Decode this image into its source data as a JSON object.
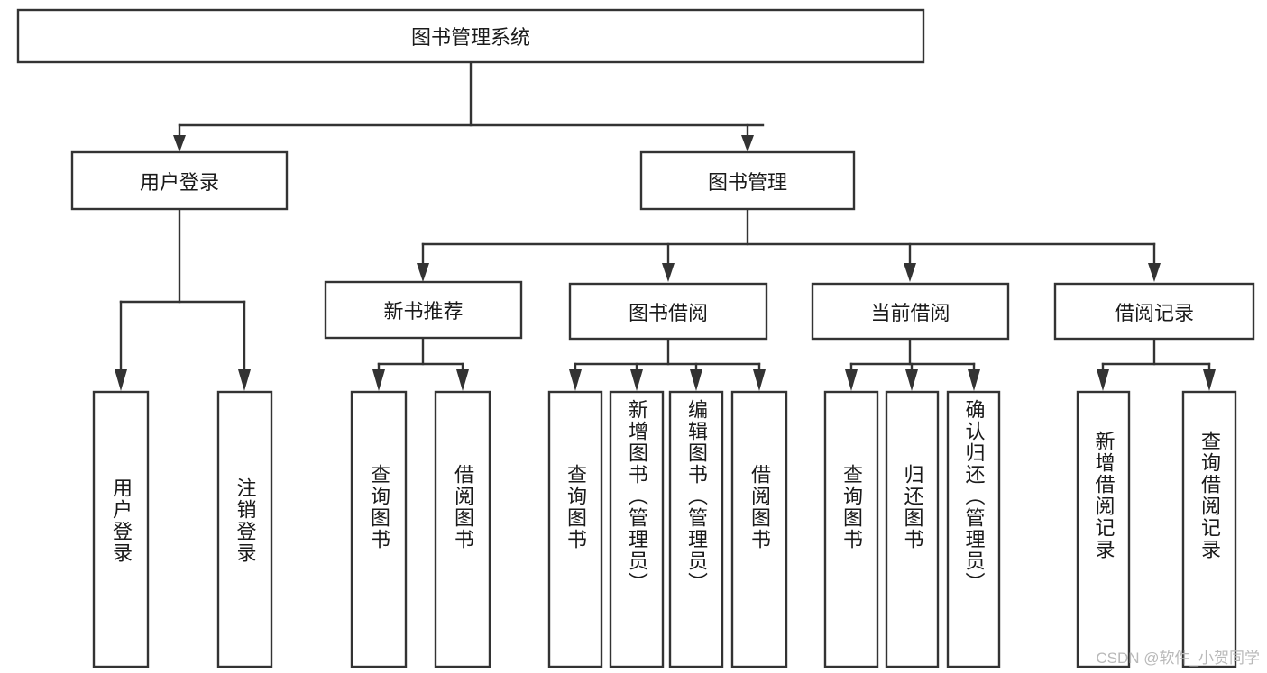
{
  "diagram": {
    "title": "图书管理系统",
    "type": "tree-hierarchy",
    "watermark": "CSDN @软件_小贺同学",
    "colors": {
      "stroke": "#333333",
      "fill": "#ffffff",
      "text": "#1a1a1a",
      "watermark": "#b9b9b9"
    },
    "levels": {
      "root": {
        "label": "图书管理系统"
      },
      "level2": [
        {
          "id": "user-login",
          "label": "用户登录"
        },
        {
          "id": "book-manage",
          "label": "图书管理"
        }
      ],
      "level3": [
        {
          "id": "new-book-rec",
          "label": "新书推荐",
          "parent": "book-manage"
        },
        {
          "id": "book-borrow",
          "label": "图书借阅",
          "parent": "book-manage"
        },
        {
          "id": "current-borrow",
          "label": "当前借阅",
          "parent": "book-manage"
        },
        {
          "id": "borrow-record",
          "label": "借阅记录",
          "parent": "book-manage"
        }
      ],
      "leaves": [
        {
          "id": "leaf-user-login",
          "label": "用户登录",
          "parent": "user-login"
        },
        {
          "id": "leaf-logout",
          "label": "注销登录",
          "parent": "user-login"
        },
        {
          "id": "leaf-query-book-1",
          "label": "查询图书",
          "parent": "new-book-rec"
        },
        {
          "id": "leaf-borrow-book-1",
          "label": "借阅图书",
          "parent": "new-book-rec"
        },
        {
          "id": "leaf-query-book-2",
          "label": "查询图书",
          "parent": "book-borrow"
        },
        {
          "id": "leaf-add-book",
          "label": "新增图书（管理员）",
          "parent": "book-borrow"
        },
        {
          "id": "leaf-edit-book",
          "label": "编辑图书（管理员）",
          "parent": "book-borrow"
        },
        {
          "id": "leaf-borrow-book-2",
          "label": "借阅图书",
          "parent": "book-borrow"
        },
        {
          "id": "leaf-query-book-3",
          "label": "查询图书",
          "parent": "current-borrow"
        },
        {
          "id": "leaf-return-book",
          "label": "归还图书",
          "parent": "current-borrow"
        },
        {
          "id": "leaf-confirm-return",
          "label": "确认归还（管理员）",
          "parent": "current-borrow"
        },
        {
          "id": "leaf-add-record",
          "label": "新增借阅记录",
          "parent": "borrow-record"
        },
        {
          "id": "leaf-query-record",
          "label": "查询借阅记录",
          "parent": "borrow-record"
        }
      ]
    }
  }
}
